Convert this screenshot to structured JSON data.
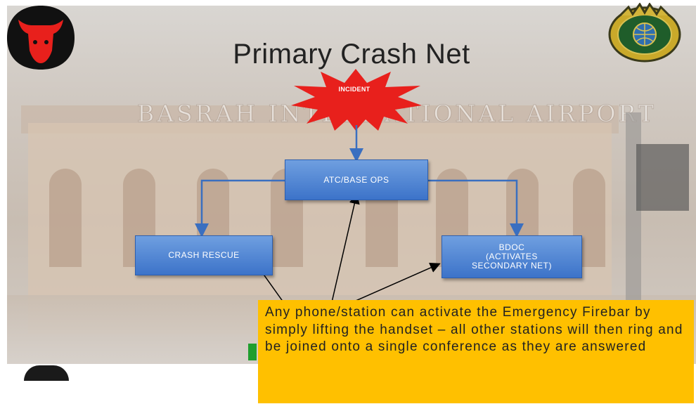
{
  "slide": {
    "title": "Primary Crash Net",
    "background_sign": "BASRAH INTERNATIONAL AIRPORT"
  },
  "diagram": {
    "incident": "INCIDENT",
    "nodes": {
      "atc": "ATC/BASE OPS",
      "crash_rescue": "CRASH RESCUE",
      "bdoc": "BDOC\n(ACTIVATES\nSECONDARY NET)"
    }
  },
  "note": {
    "text": "Any phone/station can activate the Emergency Firebar by simply lifting the handset – all other stations will then ring and be joined onto a single conference as they are answered"
  },
  "colors": {
    "incident_burst": "#e8201c",
    "box_fill": "#4a80d2",
    "note_fill": "#ffc000",
    "connector": "#3a6fc0"
  },
  "icons": {
    "left_emblem": "red-bull-insignia-icon",
    "right_emblem": "gold-corps-insignia-icon"
  }
}
